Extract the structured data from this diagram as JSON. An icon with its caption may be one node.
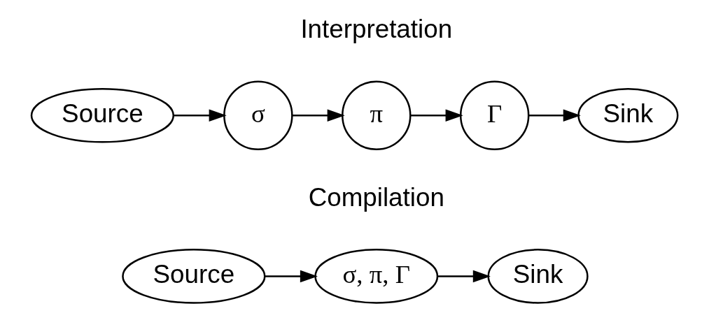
{
  "diagram": {
    "nodes": [
      {
        "text": [
          "Source"
        ]
      },
      {
        "text": [
          "σ"
        ]
      },
      {
        "text": [
          "π"
        ]
      },
      {
        "text": [
          "Γ"
        ]
      },
      {
        "text": [
          "Sink"
        ]
      },
      {
        "text": [
          "Source"
        ]
      },
      {
        "text": [
          "σ, π, Γ"
        ]
      },
      {
        "text": [
          "Sink"
        ]
      }
    ],
    "edges": [
      {
        "from": 0,
        "to": 1,
        "arrow": "to"
      },
      {
        "from": 1,
        "to": 2,
        "arrow": "to"
      },
      {
        "from": 2,
        "to": 3,
        "arrow": "to"
      },
      {
        "from": 3,
        "to": 4,
        "arrow": "to"
      },
      {
        "from": 5,
        "to": 6,
        "arrow": "to"
      },
      {
        "from": 6,
        "to": 7,
        "arrow": "to"
      }
    ],
    "labels": [
      "Interpretation",
      "Compilation"
    ]
  }
}
